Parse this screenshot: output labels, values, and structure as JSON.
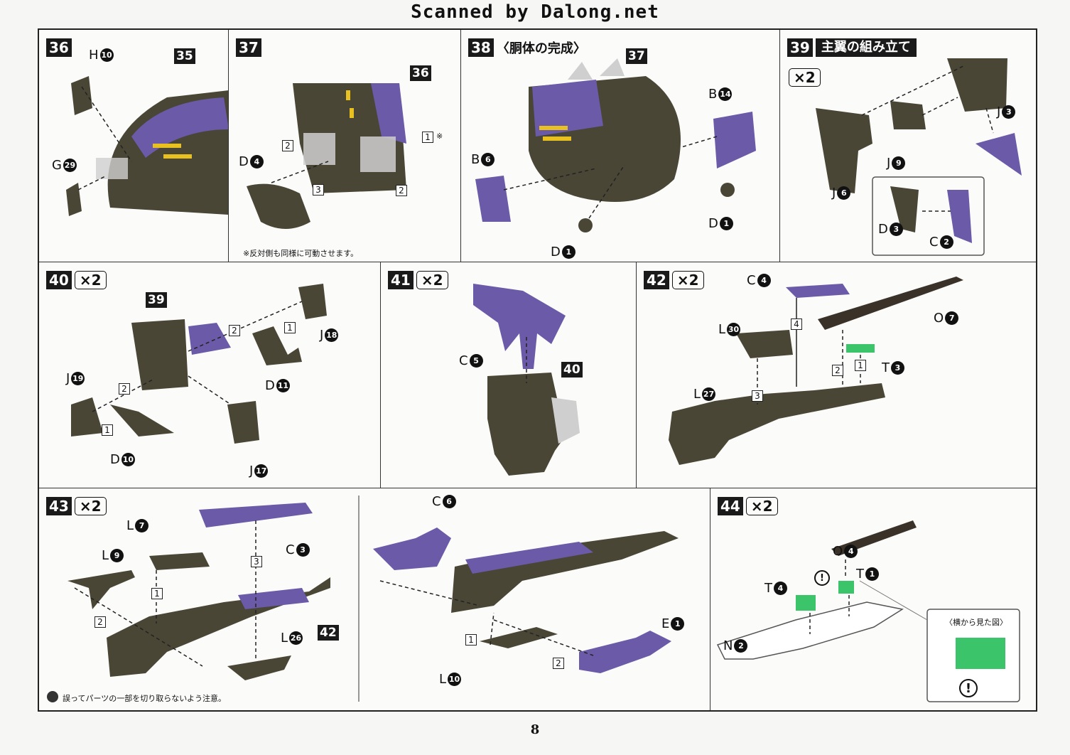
{
  "header": {
    "scan_credit": "Scanned by Dalong.net"
  },
  "colors": {
    "dark_part": "#4a4636",
    "purple_part": "#6a5aa8",
    "green_part": "#3cc46a",
    "clear_part": "#cfcfcf",
    "yellow_detail": "#e8c020"
  },
  "steps": {
    "s36": {
      "num": "36",
      "labels": {
        "h": "H",
        "h_n": "10",
        "g": "G",
        "g_n": "29"
      },
      "ref": "35"
    },
    "s37": {
      "num": "37",
      "labels": {
        "d": "D",
        "d_n": "4"
      },
      "ref": "36",
      "seq1": "1",
      "seq2": "2",
      "seq3": "3",
      "mark": "※",
      "note": "※反対側も同様に可動させます。"
    },
    "s38": {
      "num": "38",
      "title": "〈胴体の完成〉",
      "ref": "37",
      "labels": {
        "b14": "B",
        "b14_n": "14",
        "b6": "B",
        "b6_n": "6",
        "d1a": "D",
        "d1a_n": "1",
        "d1b": "D",
        "d1b_n": "1"
      }
    },
    "s39": {
      "num": "39",
      "title": "主翼の組み立て",
      "mult": "×2",
      "labels": {
        "j3": "J",
        "j3_n": "3",
        "j9": "J",
        "j9_n": "9",
        "j6": "J",
        "j6_n": "6",
        "d3": "D",
        "d3_n": "3",
        "c2": "C",
        "c2_n": "2"
      }
    },
    "s40": {
      "num": "40",
      "mult": "×2",
      "ref": "39",
      "labels": {
        "j18": "J",
        "j18_n": "18",
        "j19": "J",
        "j19_n": "19",
        "d11": "D",
        "d11_n": "11",
        "d10": "D",
        "d10_n": "10",
        "j17": "J",
        "j17_n": "17"
      },
      "seq1": "1",
      "seq2": "2"
    },
    "s41": {
      "num": "41",
      "mult": "×2",
      "ref": "40",
      "labels": {
        "c5": "C",
        "c5_n": "5"
      }
    },
    "s42": {
      "num": "42",
      "mult": "×2",
      "labels": {
        "c4": "C",
        "c4_n": "4",
        "o7": "O",
        "o7_n": "7",
        "l30": "L",
        "l30_n": "30",
        "t3": "T",
        "t3_n": "3",
        "l27": "L",
        "l27_n": "27"
      },
      "seq1": "1",
      "seq2": "2",
      "seq3": "3",
      "seq4": "4"
    },
    "s43": {
      "num": "43",
      "mult": "×2",
      "ref": "42",
      "labels": {
        "l7": "L",
        "l7_n": "7",
        "l9": "L",
        "l9_n": "9",
        "c3": "C",
        "c3_n": "3",
        "l26": "L",
        "l26_n": "26",
        "c6": "C",
        "c6_n": "6",
        "e1": "E",
        "e1_n": "1",
        "l10": "L",
        "l10_n": "10"
      },
      "seq1": "1",
      "seq2": "2",
      "seq3": "3",
      "note": "誤ってパーツの一部を切り取らないよう注意。"
    },
    "s44": {
      "num": "44",
      "mult": "×2",
      "side_view": "〈横から見た図〉",
      "labels": {
        "o4": "O",
        "o4_n": "4",
        "t4": "T",
        "t4_n": "4",
        "t1": "T",
        "t1_n": "1",
        "n2": "N",
        "n2_n": "2"
      },
      "warn": "!"
    }
  },
  "footer": {
    "page_number": "8"
  }
}
